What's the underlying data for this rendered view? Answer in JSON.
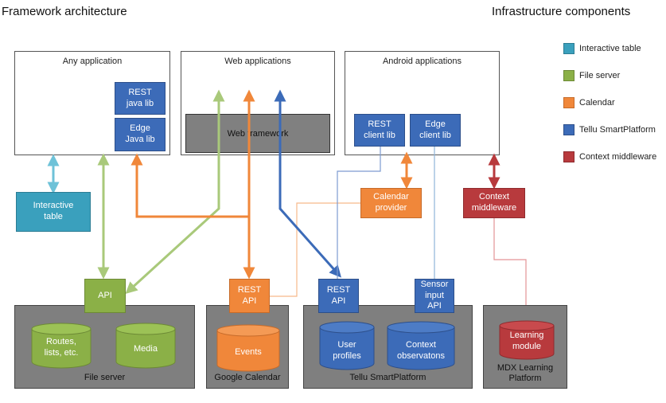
{
  "headings": {
    "left": "Framework architecture",
    "right": "Infrastructure components"
  },
  "apps": {
    "any_application": "Any application",
    "web_applications": "Web applications",
    "android_applications": "Android applications"
  },
  "components": {
    "rest_java_lib": "REST\njava lib",
    "edge_java_lib": "Edge\nJava lib",
    "web_framework": "Web framework",
    "rest_client_lib": "REST\nclient lib",
    "edge_client_lib": "Edge\nclient lib",
    "interactive_table": "Interactive\ntable",
    "calendar_provider": "Calendar\nprovider",
    "context_middleware": "Context\nmiddleware",
    "api_file_server": "API",
    "rest_api_calendar": "REST\nAPI",
    "rest_api_tellu": "REST\nAPI",
    "sensor_input_api": "Sensor\ninput\nAPI"
  },
  "platforms": {
    "file_server": "File server",
    "google_calendar": "Google Calendar",
    "tellu_smartplatform": "Tellu SmartPlatform",
    "mdx_learning_platform": "MDX Learning\nPlatform"
  },
  "databases": {
    "routes": "Routes,\nlists, etc.",
    "media": "Media",
    "events": "Events",
    "user_profiles": "User\nprofiles",
    "context_observations": "Context\nobservatons",
    "learning_module": "Learning\nmodule"
  },
  "legend": [
    {
      "label": "Interactive table",
      "color": "#3aa0bd"
    },
    {
      "label": "File server",
      "color": "#8bb047"
    },
    {
      "label": "Calendar",
      "color": "#f0873a"
    },
    {
      "label": "Tellu SmartPlatform",
      "color": "#3c6bb8"
    },
    {
      "label": "Context middleware",
      "color": "#b83a3d"
    }
  ]
}
